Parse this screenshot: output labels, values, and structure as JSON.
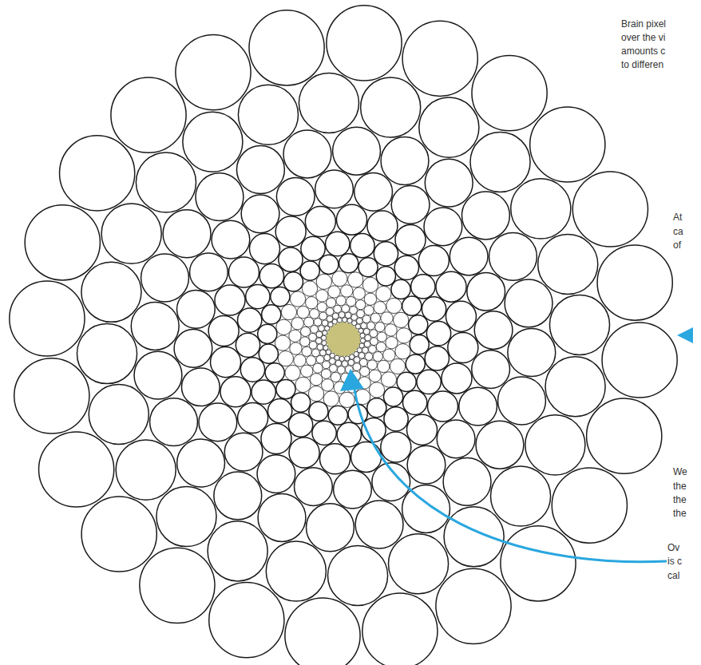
{
  "diagram": {
    "labels": [
      "Brain pixel",
      "over the vi",
      "amounts c",
      "to differen",
      "At",
      "ca",
      "of",
      "We",
      "the",
      "the",
      "the",
      "Ov",
      "is c",
      "cal"
    ]
  }
}
